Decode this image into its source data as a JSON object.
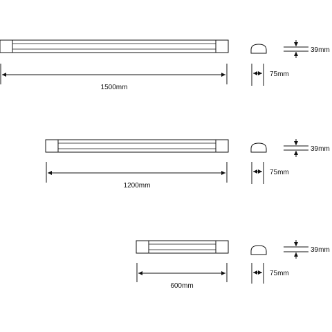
{
  "colors": {
    "line": "#111111",
    "fixture_fill": "#ffffff",
    "background": "#ffffff"
  },
  "fixtures": [
    {
      "length_label": "1500mm",
      "depth_label": "75mm",
      "height_label": "39mm"
    },
    {
      "length_label": "1200mm",
      "depth_label": "75mm",
      "height_label": "39mm"
    },
    {
      "length_label": "600mm",
      "depth_label": "75mm",
      "height_label": "39mm"
    }
  ]
}
